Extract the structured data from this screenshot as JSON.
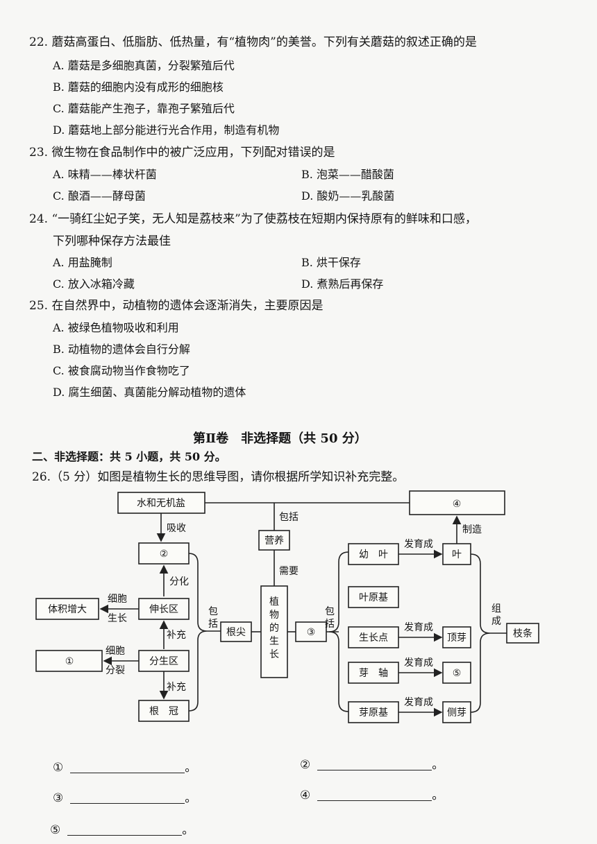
{
  "q22": {
    "stem": "22. 蘑菇高蛋白、低脂肪、低热量，有“植物肉”的美誉。下列有关蘑菇的叙述正确的是",
    "options": [
      "A. 蘑菇是多细胞真菌，分裂繁殖后代",
      "B. 蘑菇的细胞内没有成形的细胞核",
      "C. 蘑菇能产生孢子，靠孢子繁殖后代",
      "D. 蘑菇地上部分能进行光合作用，制造有机物"
    ]
  },
  "q23": {
    "stem": "23. 微生物在食品制作中的被广泛应用，下列配对错误的是",
    "options": [
      "A. 味精——棒状杆菌",
      "B. 泡菜——醋酸菌",
      "C. 酿酒——酵母菌",
      "D. 酸奶——乳酸菌"
    ]
  },
  "q24": {
    "stem": "24. “一骑红尘妃子笑，无人知是荔枝来”为了使荔枝在短期内保持原有的鲜味和口感，",
    "stem2": "下列哪种保存方法最佳",
    "options": [
      "A. 用盐腌制",
      "B. 烘干保存",
      "C. 放入冰箱冷藏",
      "D. 煮熟后再保存"
    ]
  },
  "q25": {
    "stem": "25. 在自然界中，动植物的遗体会逐渐消失，主要原因是",
    "options": [
      "A. 被绿色植物吸收和利用",
      "B. 动植物的遗体会自行分解",
      "C. 被食腐动物当作食物吃了",
      "D. 腐生细菌、真菌能分解动植物的遗体"
    ]
  },
  "part2": {
    "title": "第Ⅱ卷　非选择题（共 50 分）",
    "section": "二、非选择题：共 5 小题，共 50 分。"
  },
  "q26": {
    "stem": "26.（5 分）如图是植物生长的思维导图，请你根据所学知识补充完整。",
    "diagram": {
      "water": "水和无机盐",
      "absorb": "吸收",
      "include": "包括",
      "nutrition": "营养",
      "need": "需要",
      "growth": "植物的生长",
      "c2": "②",
      "c4": "④",
      "differentiate": "分化",
      "cell_growth": "细胞生长",
      "volume": "体积增大",
      "elongation": "伸长区",
      "supplement": "补充",
      "c1": "①",
      "cell_division": "细胞分裂",
      "meristem": "分生区",
      "rootcap": "根　冠",
      "include_left": "包括",
      "root_tip": "根尖",
      "c3": "③",
      "include_right": "包括",
      "young_leaf": "幼　叶",
      "develop": "发育成",
      "leaf": "叶",
      "make": "制造",
      "leaf_primordium": "叶原基",
      "growth_point": "生长点",
      "terminal_bud": "顶芽",
      "bud_axis": "芽　轴",
      "c5": "⑤",
      "bud_primordium": "芽原基",
      "lateral_bud": "侧芽",
      "compose": "组成",
      "branch": "枝条"
    },
    "blanks": [
      "①",
      "②",
      "③",
      "④",
      "⑤"
    ],
    "blank_end": "。"
  }
}
